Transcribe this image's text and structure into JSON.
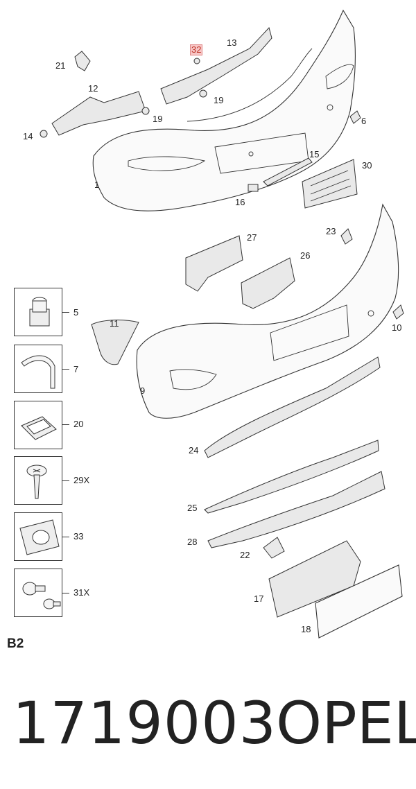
{
  "diagram": {
    "callouts": [
      "32",
      "13",
      "21",
      "12",
      "19",
      "19",
      "14",
      "6",
      "15",
      "30",
      "1",
      "16",
      "27",
      "23",
      "26",
      "11",
      "10",
      "9",
      "24",
      "25",
      "28",
      "22",
      "17",
      "18"
    ],
    "highlighted_callout": "32"
  },
  "legend": {
    "items": [
      {
        "num": "5",
        "icon": "clip-icon"
      },
      {
        "num": "7",
        "icon": "seal-strip-icon"
      },
      {
        "num": "20",
        "icon": "retainer-clip-icon"
      },
      {
        "num": "29X",
        "icon": "screw-icon"
      },
      {
        "num": "33",
        "icon": "grommet-icon"
      },
      {
        "num": "31X",
        "icon": "bolt-pair-icon"
      }
    ]
  },
  "section_code": "B2",
  "footer": {
    "part_number": "1719003",
    "brand": "OPEL"
  }
}
